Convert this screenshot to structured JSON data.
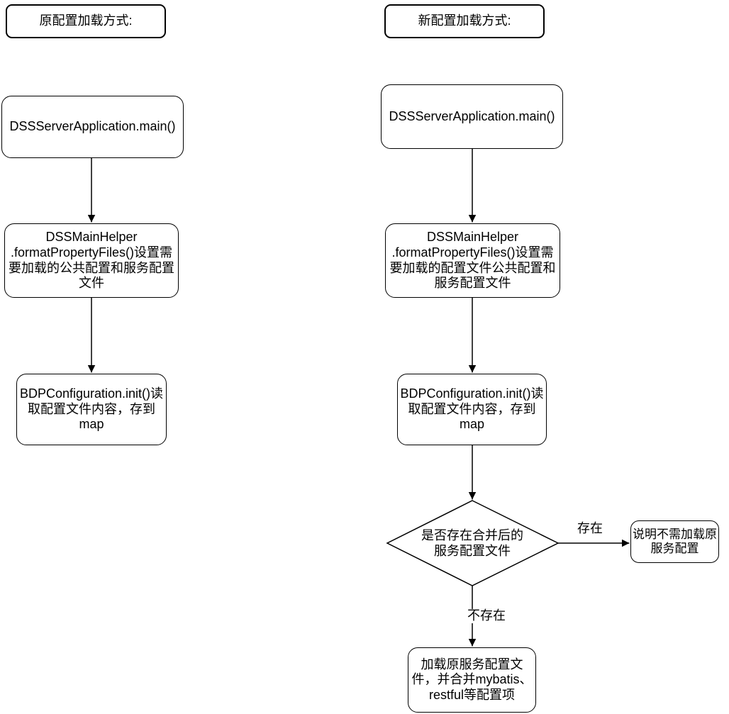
{
  "diagram": {
    "background": "#ffffff",
    "stroke_color": "#000000",
    "left_flow": {
      "title": "原配置加载方式:",
      "step1": "DSSServerApplication.main()",
      "step2": "DSSMainHelper\n.formatPropertyFiles()设置需\n要加载的公共配置和服务配置\n文件",
      "step3": "BDPConfiguration.init()读\n取配置文件内容，存到\nmap"
    },
    "right_flow": {
      "title": "新配置加载方式:",
      "step1": "DSSServerApplication.main()",
      "step2": "DSSMainHelper\n.formatPropertyFiles()设置需\n要加载的配置文件公共配置和\n服务配置文件",
      "step3": "BDPConfiguration.init()读\n取配置文件内容，存到\nmap",
      "decision": "是否存在合并后的\n服务配置文件",
      "branch_exists_label": "存在",
      "branch_exists_result": "说明不需加载原\n服务配置",
      "branch_not_exists_label": "不存在",
      "branch_not_exists_result": "加载原服务配置文\n件，并合并mybatis、\nrestful等配置项"
    }
  }
}
